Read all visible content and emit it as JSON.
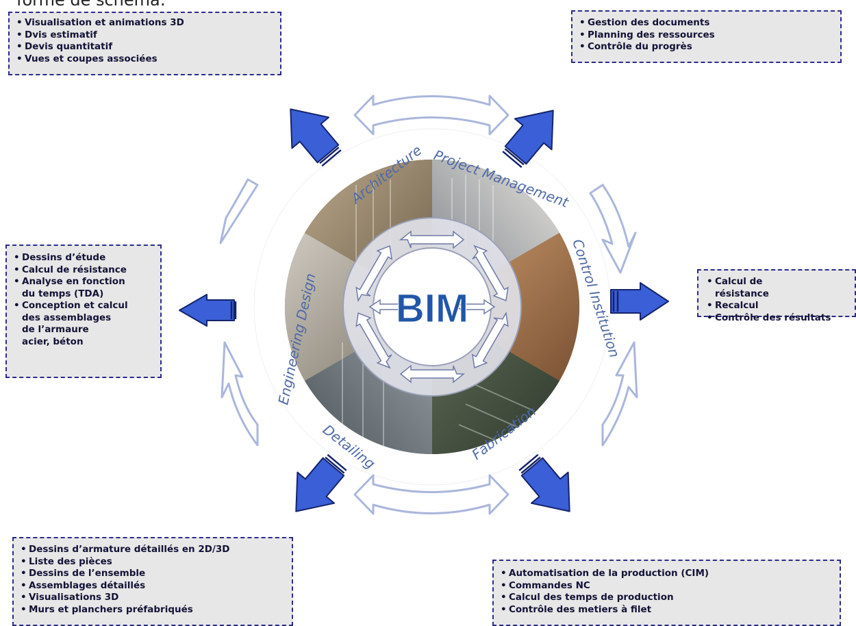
{
  "header": {
    "text": "forme de schéma:"
  },
  "center": {
    "label": "BIM"
  },
  "ring_labels": {
    "architecture": "Architecture",
    "project_management": "Project Management",
    "control_institution": "Control Institution",
    "fabrication": "Fabrication",
    "detailing": "Detailing",
    "engineering_design": "Engineering Design"
  },
  "boxes": {
    "architecture": {
      "items": [
        "Visualisation et animations 3D",
        "Dvis estimatif",
        "Devis quantitatif",
        "Vues et coupes associées"
      ]
    },
    "project_management": {
      "items": [
        "Gestion des documents",
        "Planning des ressources",
        "Contrôle du progrès"
      ]
    },
    "engineering_design": {
      "items": [
        "Dessins d’étude",
        "Calcul de résistance",
        "Analyse en fonction",
        "Conception et calcul"
      ]
    },
    "control_institution": {
      "items": [
        "Calcul de",
        "Recalcul",
        "Contrôle des résultats"
      ]
    },
    "detailing": {
      "items": [
        "Dessins d’armature détaillés en 2D/3D",
        "Liste des pièces",
        "Dessins de l’ensemble",
        "Assemblages détaillés",
        "Visualisations 3D",
        "Murs et planchers préfabriqués"
      ]
    },
    "fabrication": {
      "items": [
        "Automatisation de la production (CIM)",
        "Commandes NC",
        "Calcul des temps de production",
        "Contrôle des metiers à filet"
      ]
    }
  },
  "continuations": {
    "eng_2": "du temps (TDA)",
    "eng_4": "des assemblages",
    "eng_5": "de l’armaure",
    "eng_6": "acier, béton",
    "control_1": "résistance"
  },
  "colors": {
    "arrow_fill": "#3a5fd6",
    "arrow_stroke": "#14236b",
    "ring_outline": "#aab6dc",
    "bim_text": "#2156a8",
    "box_bg": "#e7e7e7",
    "box_border": "#2a2a8a"
  },
  "icons": {
    "outer_arrows": "curved-double-arrow-outline",
    "pointer_arrows": "block-arrow-icon"
  }
}
